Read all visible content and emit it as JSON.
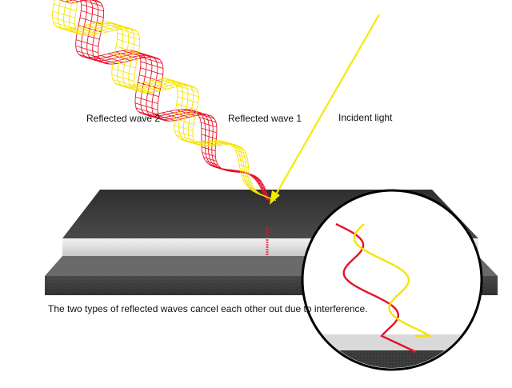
{
  "labels": {
    "reflected_wave_2": "Reflected wave 2",
    "reflected_wave_1": "Reflected wave 1",
    "incident_light": "Incident light",
    "caption": "The two types of reflected waves cancel each other out due to interference."
  },
  "colors": {
    "wave_red": "#e8102a",
    "wave_yellow": "#f5e400",
    "incident_yellow": "#f2ec00",
    "substrate_dark": "#3c3c3c",
    "coating_light": "#d8d8d8",
    "background": "#ffffff"
  }
}
